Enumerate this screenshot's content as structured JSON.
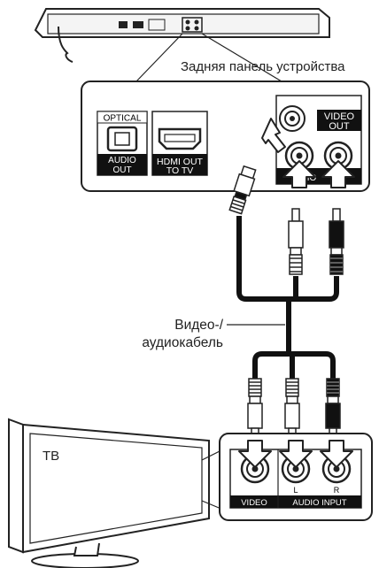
{
  "labels": {
    "rear_panel": "Задняя панель устройства",
    "cable": [
      "Видео-/",
      "аудиокабель"
    ],
    "tv": "ТВ"
  },
  "player_panel": {
    "optical": "OPTICAL",
    "audio_out": [
      "AUDIO",
      "OUT"
    ],
    "hdmi_out": [
      "HDMI OUT",
      "TO TV"
    ],
    "video_out": [
      "VIDEO",
      "OUT"
    ],
    "audio_partial": "IO"
  },
  "tv_panel": {
    "video": "VIDEO",
    "audio_input": "AUDIO INPUT",
    "left": "L",
    "right": "R"
  },
  "colors": {
    "video_plug": "#ffffff",
    "audio_left_plug": "#ffffff",
    "audio_right_plug": "#111111",
    "cable": "#111111",
    "panel_fill": "#ffffff",
    "panel_stroke": "#222222"
  }
}
